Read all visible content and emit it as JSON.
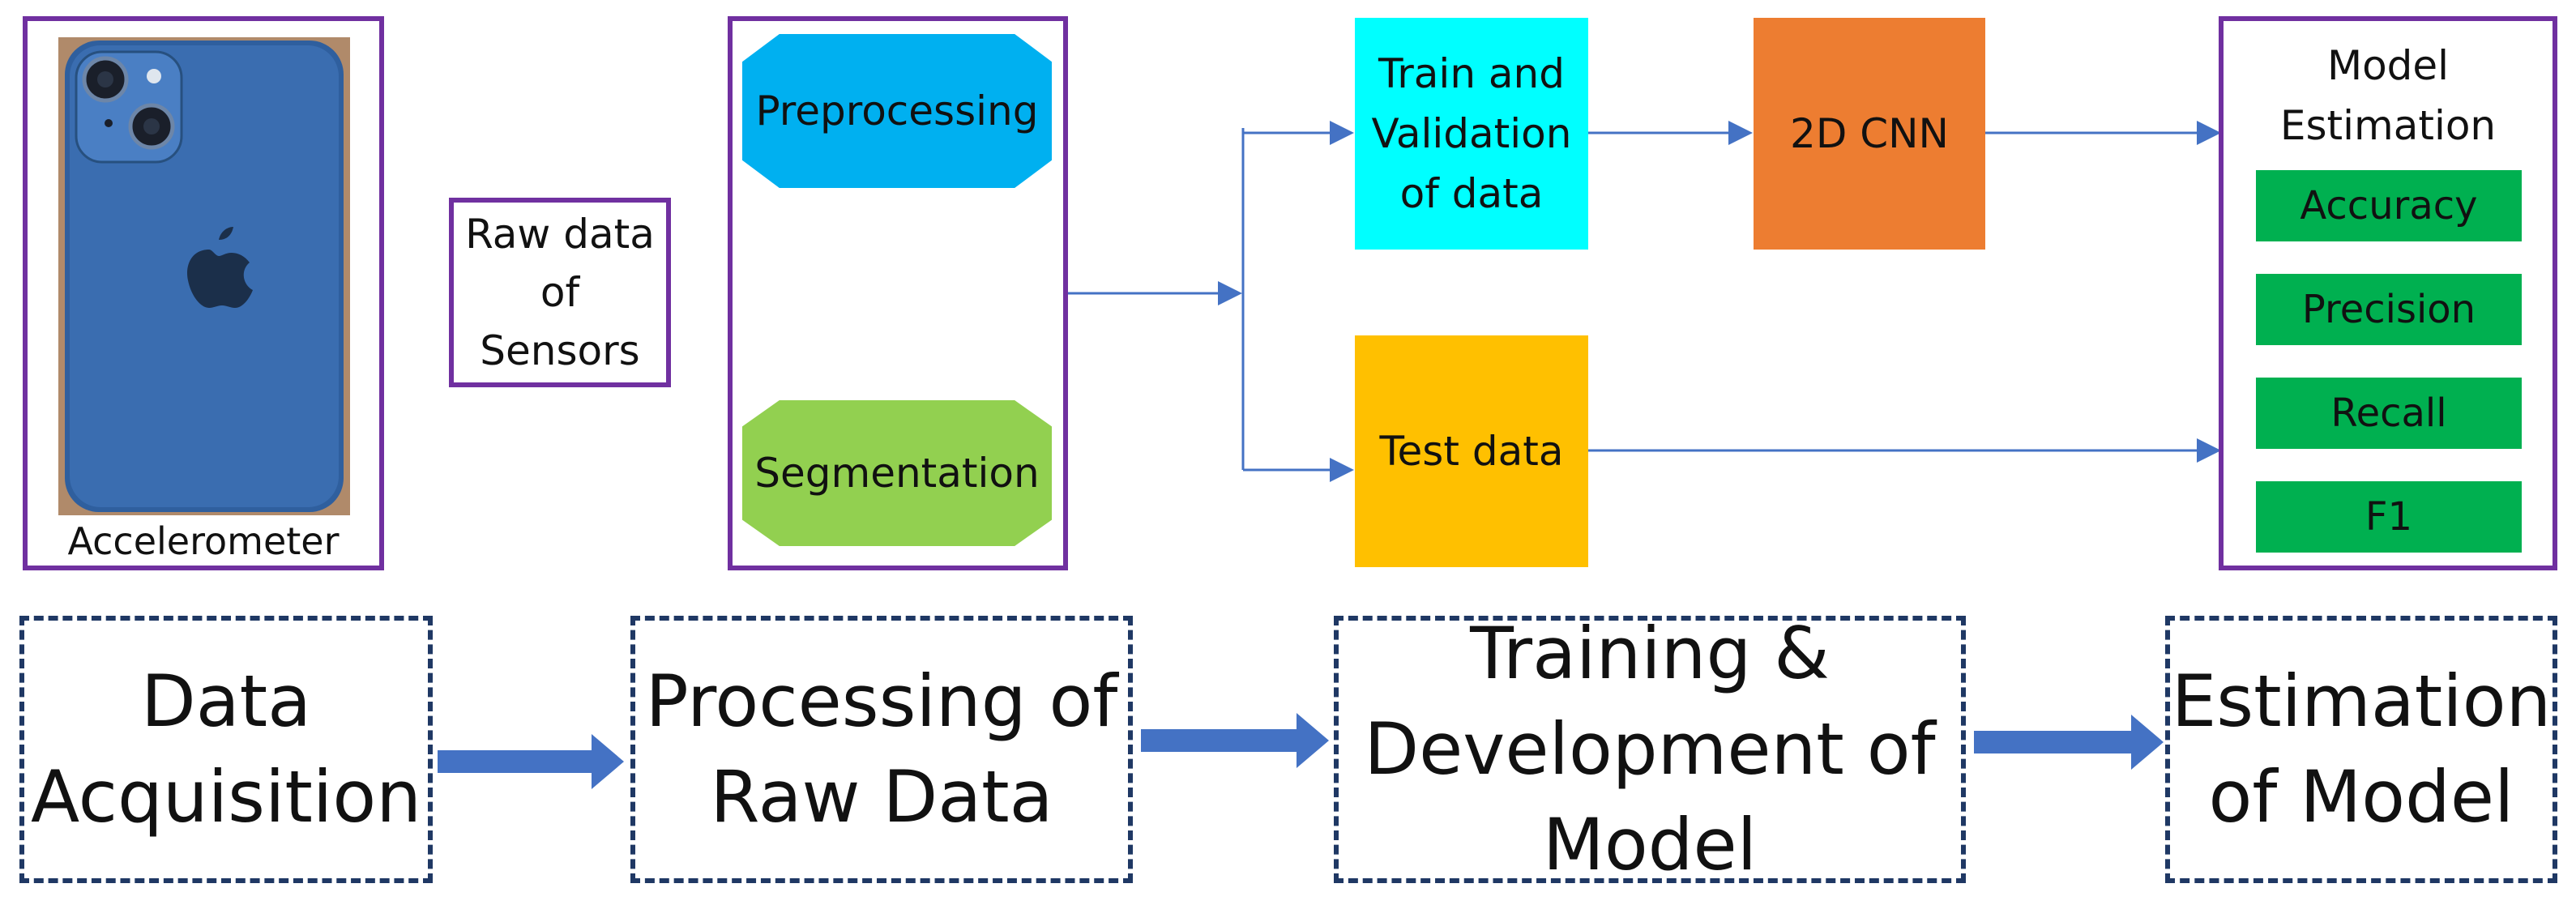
{
  "top": {
    "phone_caption": "Accelerometer",
    "raw_data_label": "Raw data of Sensors",
    "preprocessing_label": "Preprocessing",
    "segmentation_label": "Segmentation",
    "train_validation_label": "Train and Validation of data",
    "test_data_label": "Test data",
    "cnn_label": "2D CNN",
    "model_estimation_title": "Model Estimation",
    "metrics": [
      "Accuracy",
      "Precision",
      "Recall",
      "F1"
    ]
  },
  "stages": [
    "Data Acquisition",
    "Processing of Raw Data",
    "Training & Development of Model",
    "Estimation of Model"
  ],
  "colors": {
    "frame_purple": "#7030a0",
    "dashed_navy": "#1f3864",
    "preprocessing": "#00b0f0",
    "segmentation": "#92d050",
    "train_validation": "#00ffff",
    "test_data": "#ffc000",
    "cnn": "#ed7d31",
    "metric_green": "#00b050",
    "arrow_blue": "#4472c4",
    "phone_blue": "#2f5f9e"
  }
}
